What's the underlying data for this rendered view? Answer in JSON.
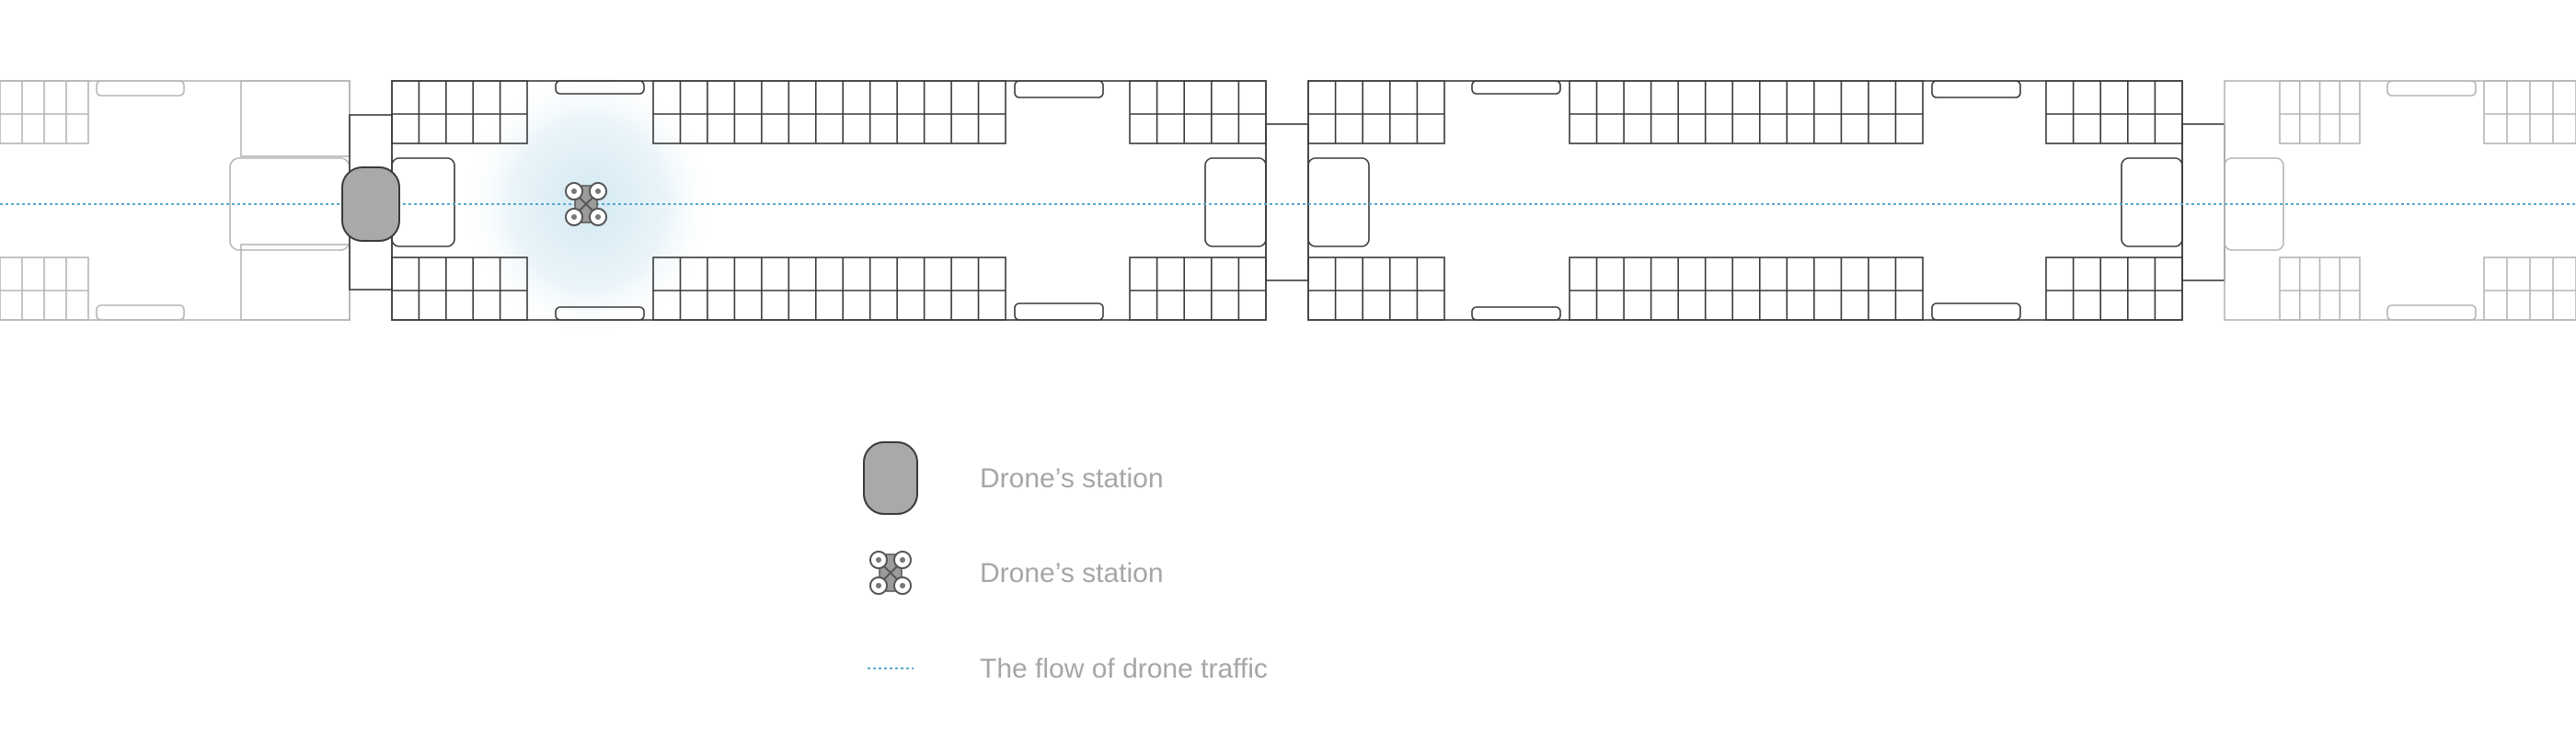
{
  "colors": {
    "background": "#ffffff",
    "outline": "#3a3a3a",
    "outline_faded": "#b5b5b5",
    "station_fill": "#a9a9a9",
    "drone_fill": "#9b9b9b",
    "traffic_line": "#58a8cf",
    "drone_glow": "#cfe6f1",
    "legend_text": "#a6a6a6"
  },
  "legend": {
    "items": [
      {
        "icon": "drone-station-icon",
        "label": "Drone’s station"
      },
      {
        "icon": "drone-icon",
        "label": "Drone’s station"
      },
      {
        "icon": "traffic-flow-line-icon",
        "label": "The flow of drone traffic"
      }
    ]
  }
}
